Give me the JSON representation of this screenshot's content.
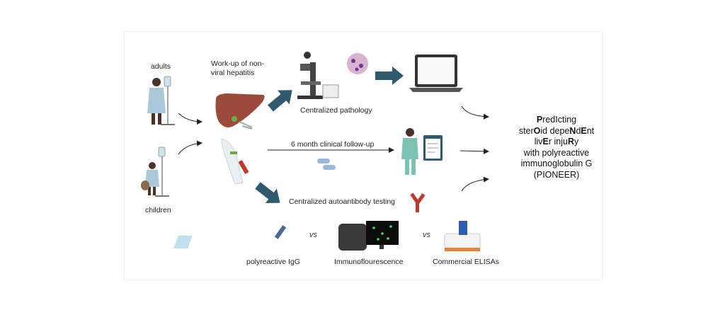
{
  "labels": {
    "adults": "adults",
    "children": "children",
    "workup_line1": "Work-up of non-",
    "workup_line2": "viral hepatitis",
    "centralized_pathology": "Centralized pathology",
    "followup": "6 month clinical follow-up",
    "autoantibody": "Centralized autoantibody testing",
    "polyreactive_igg": "polyreactive IgG",
    "immunofluorescence": "Immunoflourescence",
    "elisas": "Commercial ELISAs",
    "vs": "vs"
  },
  "title_lines": [
    [
      {
        "t": "P",
        "b": true
      },
      {
        "t": "redI",
        "b": false
      },
      {
        "t": "cting",
        "b": false
      }
    ],
    [
      {
        "t": "ster",
        "b": false
      },
      {
        "t": "O",
        "b": true
      },
      {
        "t": "id depe",
        "b": false
      },
      {
        "t": "N",
        "b": true
      },
      {
        "t": "d",
        "b": false
      },
      {
        "t": "E",
        "b": true
      },
      {
        "t": "nt",
        "b": false
      }
    ],
    [
      {
        "t": "liv",
        "b": false
      },
      {
        "t": "E",
        "b": true
      },
      {
        "t": "r inju",
        "b": false
      },
      {
        "t": "R",
        "b": true
      },
      {
        "t": "y",
        "b": false
      }
    ],
    [
      {
        "t": "with polyreactive",
        "b": false
      }
    ],
    [
      {
        "t": "immunoglobulin G",
        "b": false
      }
    ],
    [
      {
        "t": "(PIONEER)",
        "b": false
      }
    ]
  ],
  "colors": {
    "arrow_block": "#2f5a6e",
    "liver": "#9c4a3c",
    "gown": "#a9c8d8",
    "skin": "#4a3226",
    "scrubs": "#79c2b4",
    "antibody": "#c0392b",
    "elisa_orange": "#e8833a"
  },
  "icons": [
    "iv-pole-icon",
    "patient-adult-icon",
    "patient-child-icon",
    "liver-icon",
    "microscope-icon",
    "tissue-icon",
    "laptop-icon",
    "blood-draw-icon",
    "pills-icon",
    "doctor-icon",
    "clipboard-icon",
    "antibody-icon",
    "pipette-icon",
    "fluorescence-scanner-icon",
    "elisa-reader-icon"
  ]
}
